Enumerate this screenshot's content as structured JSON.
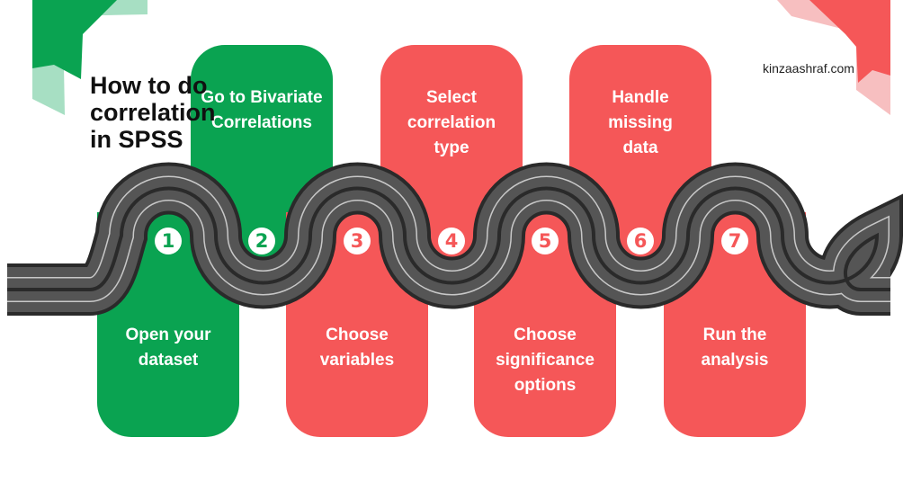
{
  "title_lines": [
    "How to do",
    "correlation",
    "in SPSS"
  ],
  "website": "kinzaashraf.com",
  "colors": {
    "green": "#0aa351",
    "red": "#f55758",
    "road": "#555555",
    "road_edge": "#2a2a2a",
    "lane": "#c8c8c8",
    "light_green": "#a7dfc3",
    "light_red": "#f7bfc0"
  },
  "steps": [
    {
      "number": "1",
      "lines": [
        "Open your",
        "dataset"
      ],
      "color": "green"
    },
    {
      "number": "2",
      "lines": [
        "Go to Bivariate",
        "Correlations"
      ],
      "color": "green"
    },
    {
      "number": "3",
      "lines": [
        "Choose",
        "variables"
      ],
      "color": "red"
    },
    {
      "number": "4",
      "lines": [
        "Select",
        "correlation",
        "type"
      ],
      "color": "red"
    },
    {
      "number": "5",
      "lines": [
        "Choose",
        "significance",
        "options"
      ],
      "color": "red"
    },
    {
      "number": "6",
      "lines": [
        "Handle",
        "missing",
        "data"
      ],
      "color": "red"
    },
    {
      "number": "7",
      "lines": [
        "Run the",
        "analysis"
      ],
      "color": "red"
    }
  ]
}
